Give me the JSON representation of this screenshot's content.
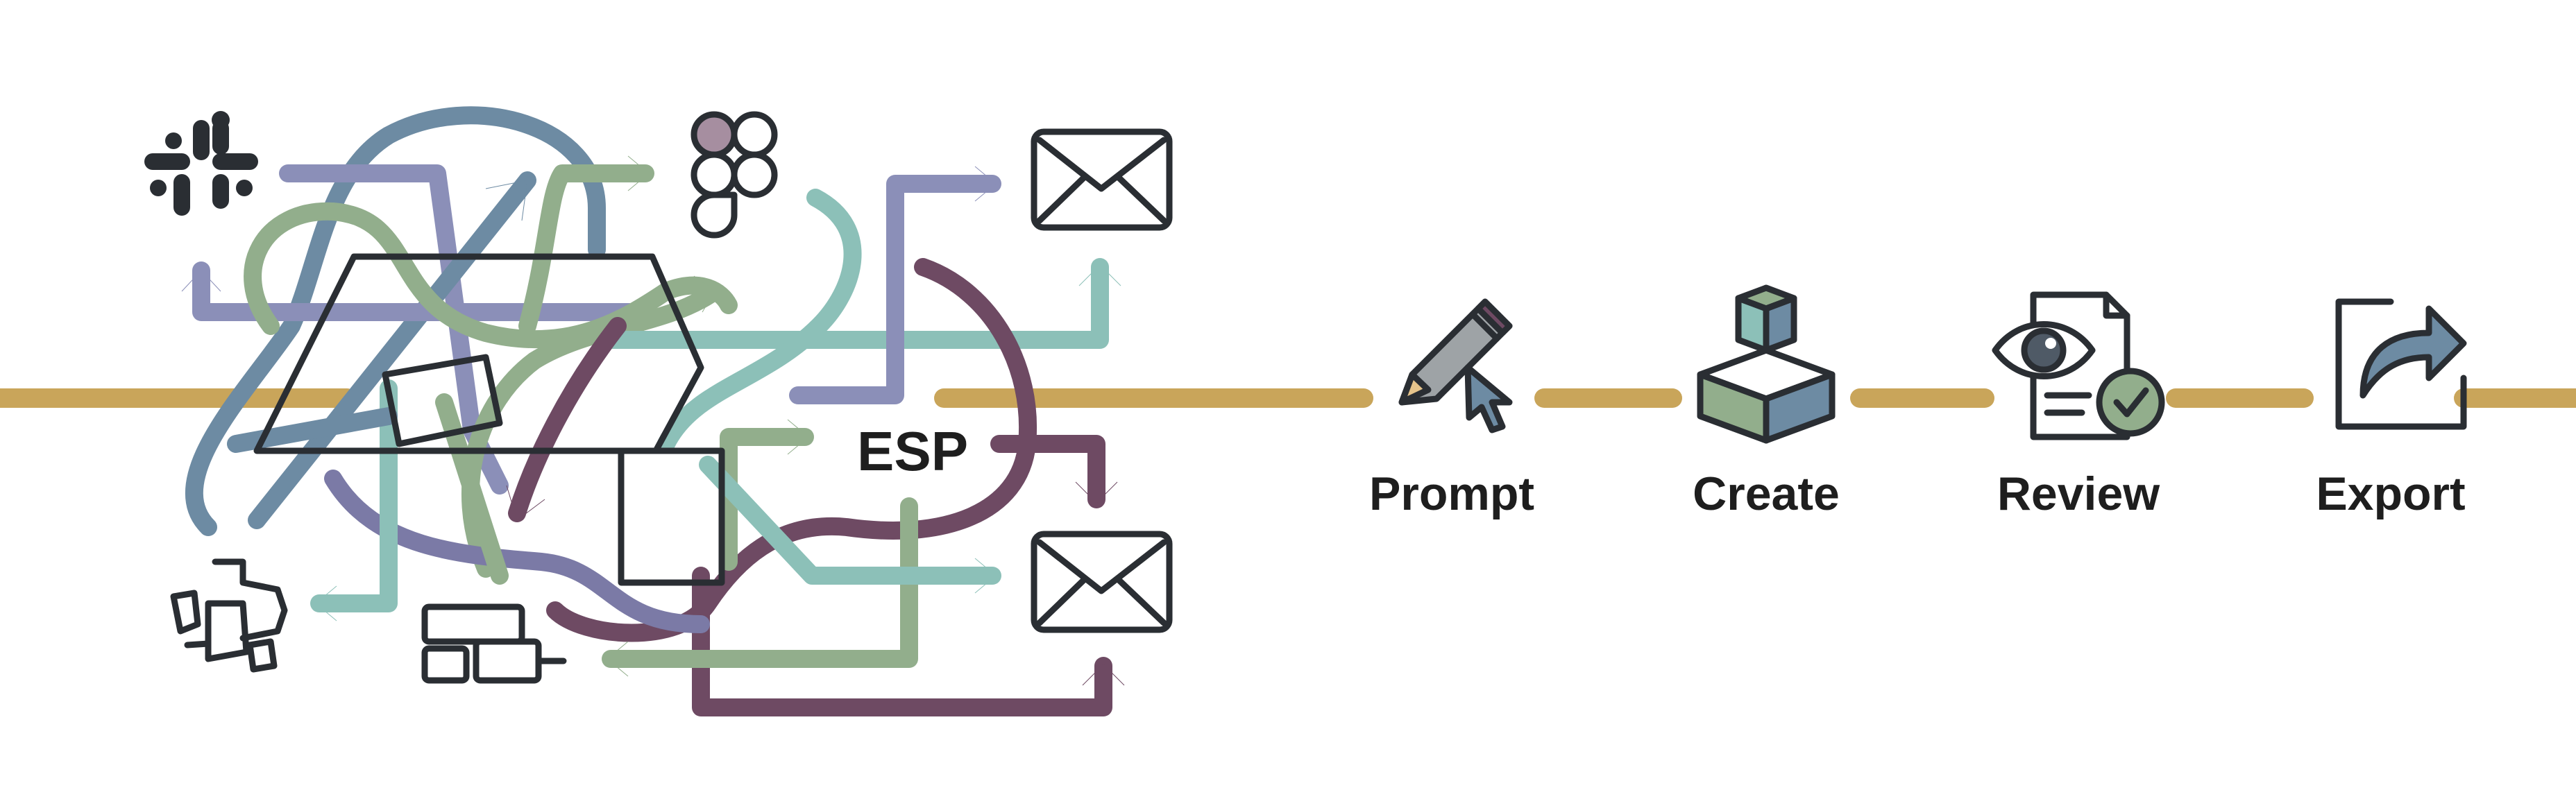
{
  "colors": {
    "timeline": "#c9a55a",
    "ink": "#2a2e33",
    "steel_blue": "#6d8ba3",
    "lavender": "#8b8fb8",
    "sage": "#92ae8c",
    "teal": "#8cc0b8",
    "plum": "#6e4a63",
    "slate_purple": "#7b7aa6"
  },
  "tangle": {
    "center_label": "ESP",
    "icons": {
      "top_left": "slack-logo-icon",
      "top_middle": "figma-logo-icon",
      "email_top": "envelope-icon",
      "email_bottom": "envelope-icon",
      "bottom_left": "puzzle-blocks-icon",
      "bottom_middle": "component-blocks-icon"
    }
  },
  "workflow": {
    "steps": [
      {
        "label": "Prompt",
        "icon": "pencil-cursor-icon"
      },
      {
        "label": "Create",
        "icon": "box-assembly-icon"
      },
      {
        "label": "Review",
        "icon": "eye-checklist-icon"
      },
      {
        "label": "Export",
        "icon": "share-export-icon"
      }
    ]
  }
}
